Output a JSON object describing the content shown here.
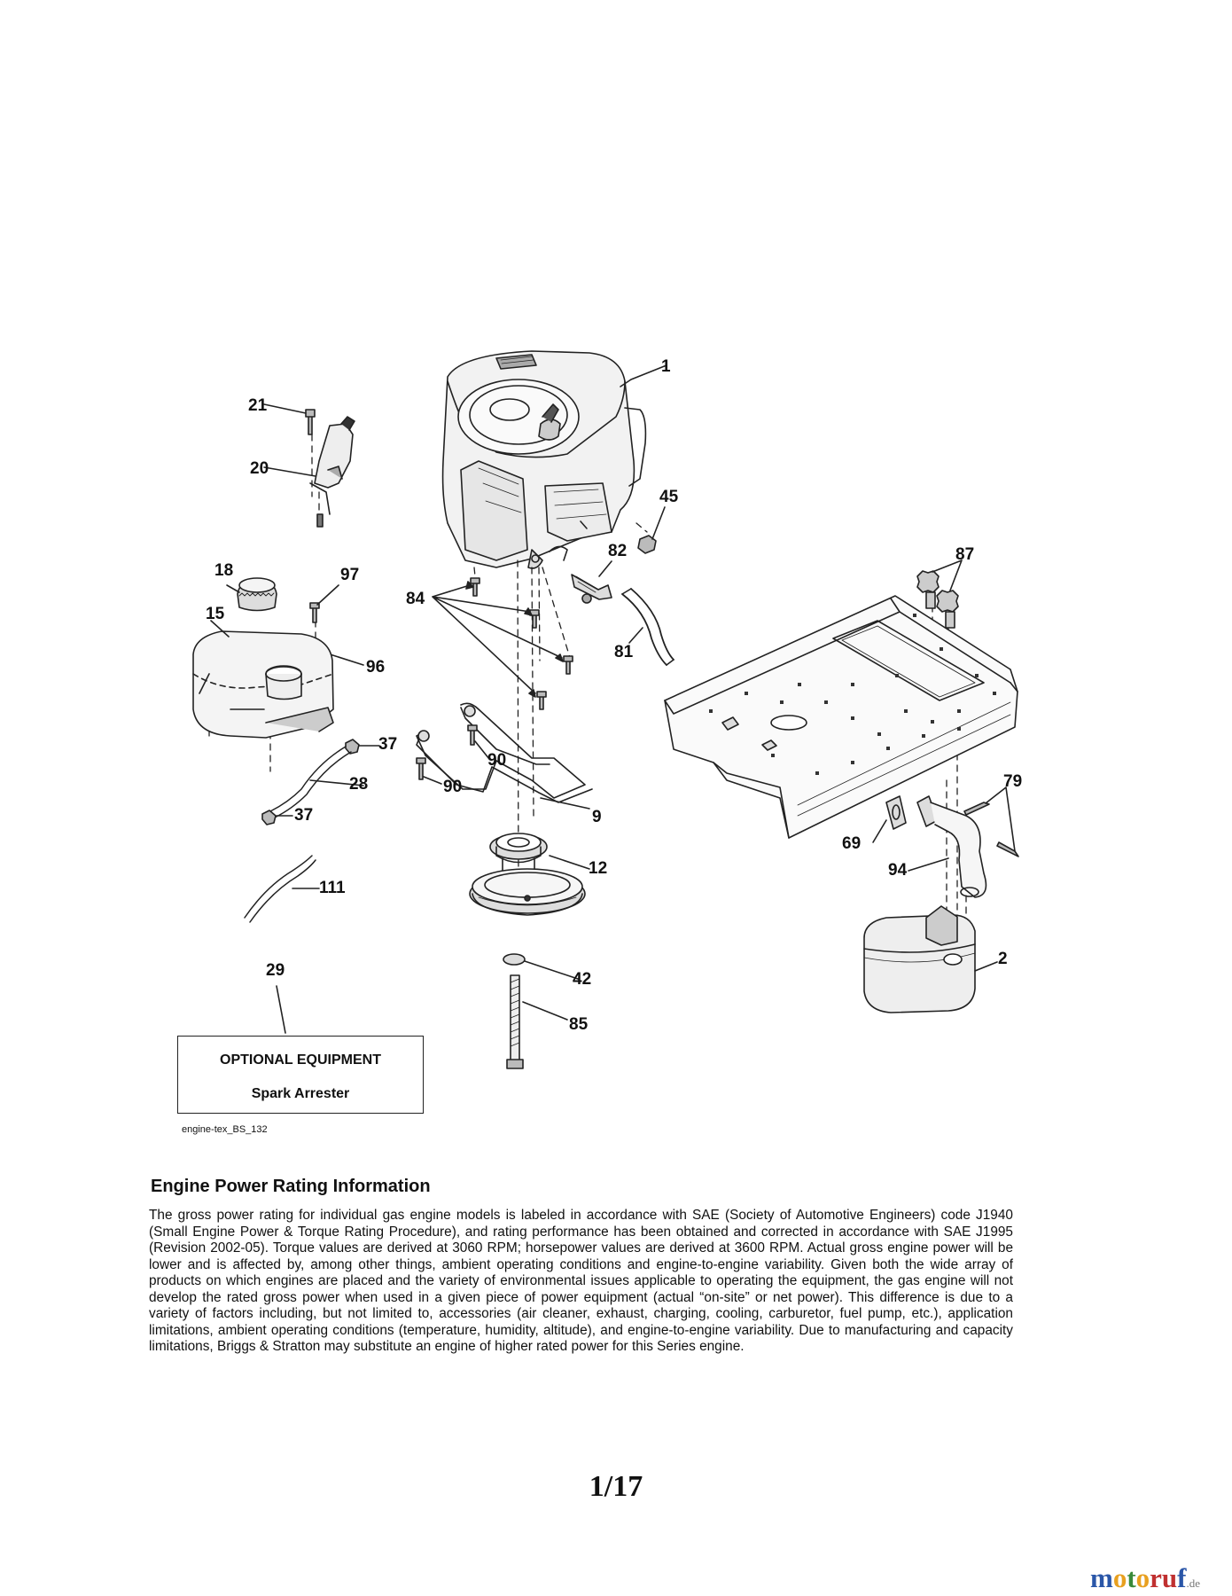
{
  "callouts": [
    {
      "id": "c1",
      "label": "1"
    },
    {
      "id": "c21",
      "label": "21"
    },
    {
      "id": "c20",
      "label": "20"
    },
    {
      "id": "c45",
      "label": "45"
    },
    {
      "id": "c87",
      "label": "87"
    },
    {
      "id": "c18",
      "label": "18"
    },
    {
      "id": "c97",
      "label": "97"
    },
    {
      "id": "c82",
      "label": "82"
    },
    {
      "id": "c15",
      "label": "15"
    },
    {
      "id": "c84",
      "label": "84"
    },
    {
      "id": "c81",
      "label": "81"
    },
    {
      "id": "c96",
      "label": "96"
    },
    {
      "id": "c37a",
      "label": "37"
    },
    {
      "id": "c90a",
      "label": "90"
    },
    {
      "id": "c90b",
      "label": "90"
    },
    {
      "id": "c28",
      "label": "28"
    },
    {
      "id": "c79",
      "label": "79"
    },
    {
      "id": "c37b",
      "label": "37"
    },
    {
      "id": "c9",
      "label": "9"
    },
    {
      "id": "c69",
      "label": "69"
    },
    {
      "id": "c12",
      "label": "12"
    },
    {
      "id": "c94",
      "label": "94"
    },
    {
      "id": "c111",
      "label": "111"
    },
    {
      "id": "c2",
      "label": "2"
    },
    {
      "id": "c29",
      "label": "29"
    },
    {
      "id": "c42",
      "label": "42"
    },
    {
      "id": "c85",
      "label": "85"
    }
  ],
  "optional_box": {
    "title": "OPTIONAL EQUIPMENT",
    "item": "Spark Arrester"
  },
  "diagram_code": "engine-tex_BS_132",
  "section": {
    "title": "Engine Power Rating Information",
    "body": "The gross power rating for individual gas engine models is labeled in accordance with SAE (Society of Automotive Engineers) code J1940 (Small Engine Power & Torque Rating Procedure), and rating performance has been obtained and corrected in accordance with SAE J1995 (Revision 2002-05). Torque values are derived at 3060 RPM; horsepower values are derived at 3600 RPM. Actual gross engine power will be lower and is affected by, among other things, ambient operating conditions and engine-to-engine variability. Given both the wide array of products on which engines are placed and the variety of environmental issues applicable to operating the equipment, the gas engine will not develop the rated gross power when used in a given piece of power equipment (actual “on-site” or net power). This difference is due to a variety of factors including, but not limited to, accessories (air cleaner, exhaust, charging, cooling, carburetor, fuel pump, etc.), application limitations, ambient operating conditions (temperature, humidity, altitude), and engine-to-engine variability. Due to manufacturing and capacity limitations, Briggs & Stratton may substitute an engine of higher rated power for this Series engine."
  },
  "page_number": "1/17",
  "watermark": {
    "brand": "motoruf",
    "tld": ".de"
  },
  "colors": {
    "ink": "#111111",
    "watermark_m": "#2a56a8",
    "watermark_o": "#e8a020",
    "watermark_t": "#3a8a3a",
    "watermark_u": "#c03030"
  }
}
